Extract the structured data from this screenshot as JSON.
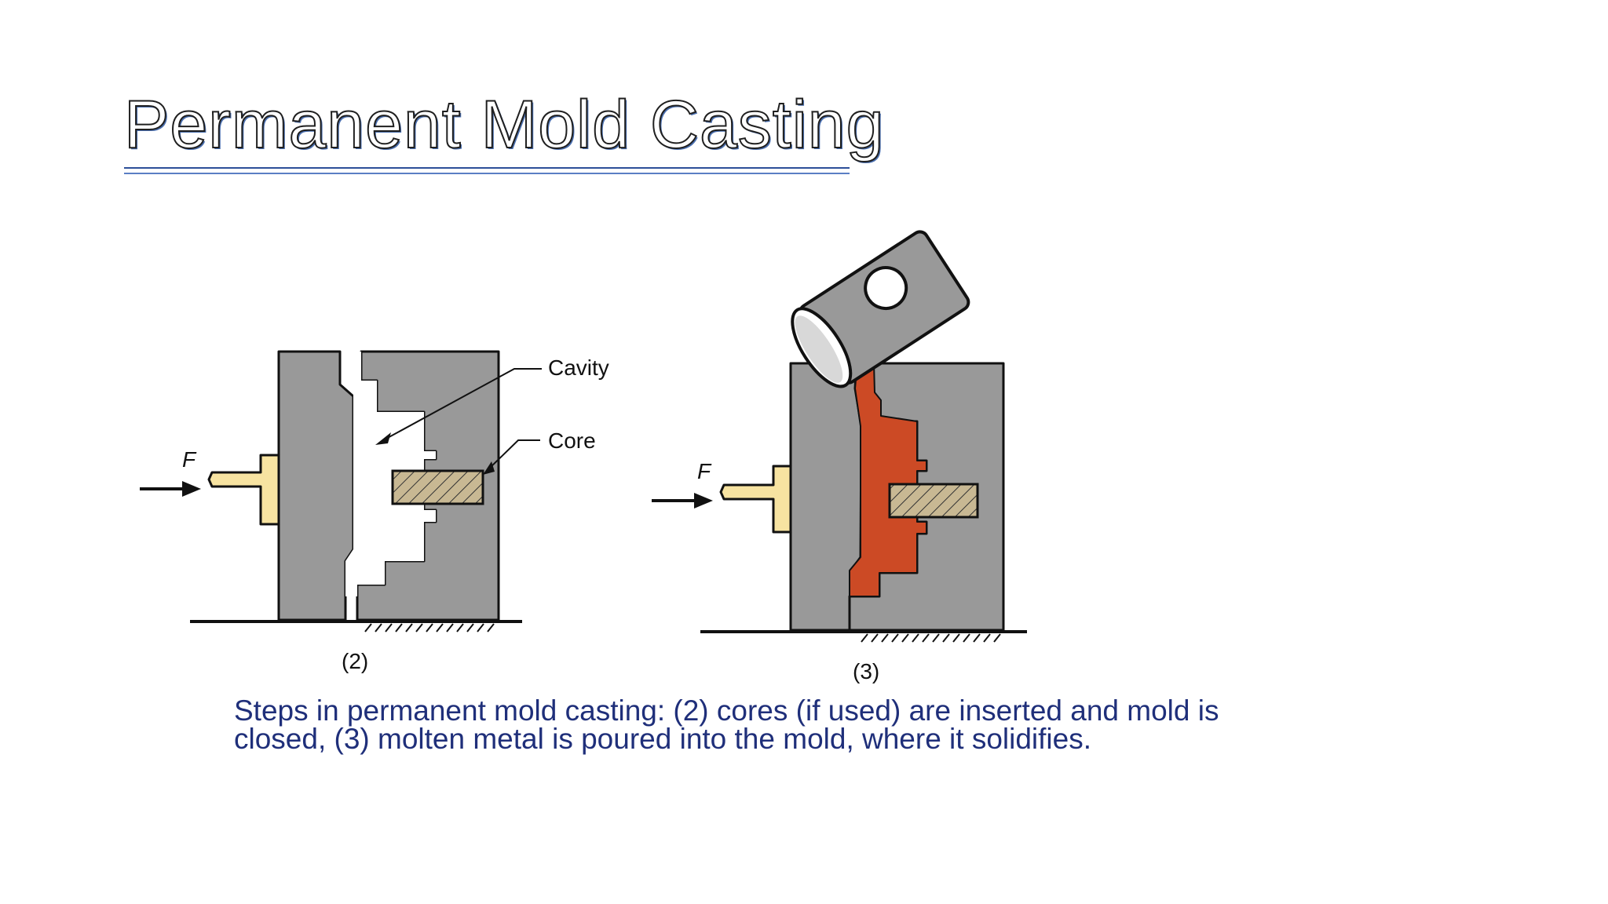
{
  "slide": {
    "title": "Permanent Mold Casting",
    "caption": "Steps in permanent mold casting: (2) cores (if used) are inserted and mold is closed, (3) molten metal is poured into the mold, where it solidifies."
  },
  "diagram": {
    "step2": {
      "label": "(2)",
      "force_label": "F",
      "cavity_label": "Cavity",
      "core_label": "Core"
    },
    "step3": {
      "label": "(3)",
      "force_label": "F"
    }
  },
  "colors": {
    "mold": "#999999",
    "ejector": "#f7e3a1",
    "molten_metal": "#cc4a25",
    "caption_text": "#1f2f7a",
    "title_shadow": "#4a6fb0"
  }
}
